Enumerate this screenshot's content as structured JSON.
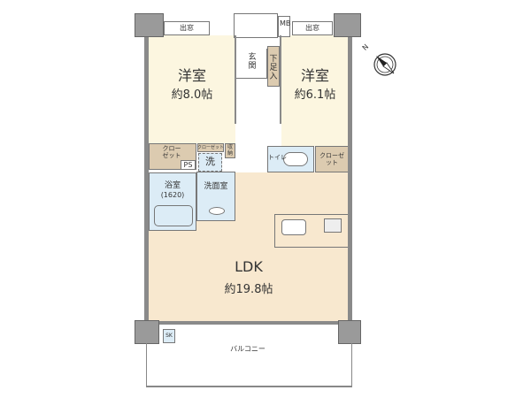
{
  "rooms": {
    "bedroom1": {
      "name": "洋室",
      "size": "約8.0帖"
    },
    "bedroom2": {
      "name": "洋室",
      "size": "約6.1帖"
    },
    "ldk": {
      "name": "LDK",
      "size": "約19.8帖"
    },
    "entrance": "玄関",
    "shoe_storage": "下足入",
    "mb": "MB",
    "bay_window_left": "出窓",
    "bay_window_right": "出窓",
    "closet_left": "クローゼット",
    "closet_small": "クローゼット",
    "storage": "収納",
    "ps": "PS",
    "washer": "洗",
    "washroom": "洗面室",
    "bathroom": "浴室",
    "bath_size": "(1620)",
    "toilet": "トイレ",
    "closet_right": "クローゼット",
    "balcony": "バルコニー",
    "sk": "SK"
  },
  "compass": {
    "label": "N",
    "icon": "compass-icon"
  },
  "colors": {
    "room": "#fcf6e0",
    "ldk": "#f8e8cf",
    "storage": "#dccbb0",
    "wet": "#dcecf6",
    "wall": "#8a8a8a"
  }
}
